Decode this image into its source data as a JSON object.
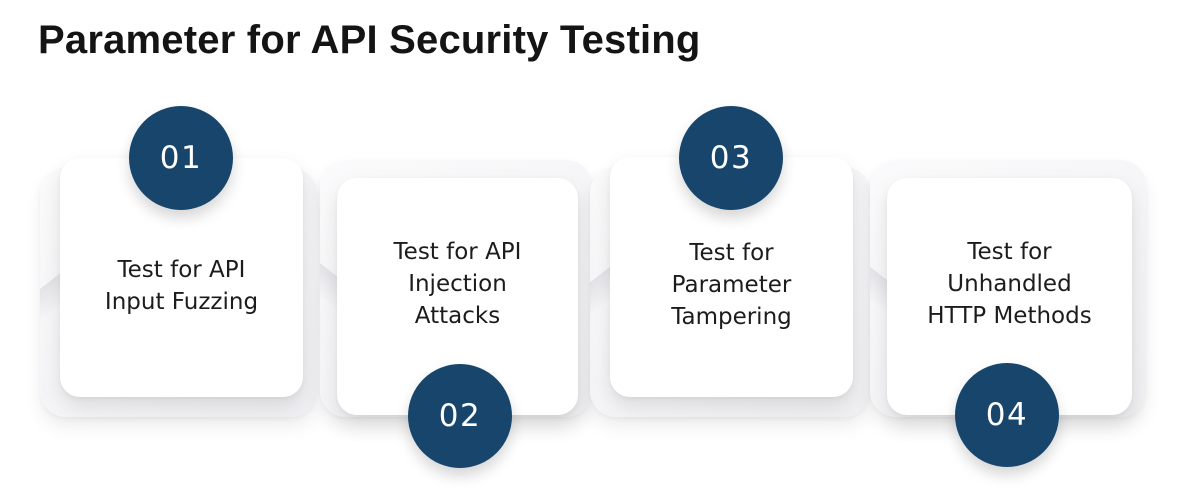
{
  "title": "Parameter for API Security Testing",
  "colors": {
    "accent": "#17456B",
    "title_text": "#141414",
    "card_text": "#1c1c1c",
    "card_bg": "#ffffff",
    "backplate_bg": "#f2f2f4",
    "number_text": "#ffffff"
  },
  "steps": [
    {
      "number": "01",
      "lines": [
        "Test for API",
        "Input Fuzzing"
      ],
      "circle_position": "top"
    },
    {
      "number": "02",
      "lines": [
        "Test for API",
        "Injection",
        "Attacks"
      ],
      "circle_position": "bottom"
    },
    {
      "number": "03",
      "lines": [
        "Test for",
        "Parameter",
        "Tampering"
      ],
      "circle_position": "top"
    },
    {
      "number": "04",
      "lines": [
        "Test for",
        "Unhandled",
        "HTTP Methods"
      ],
      "circle_position": "bottom"
    }
  ]
}
